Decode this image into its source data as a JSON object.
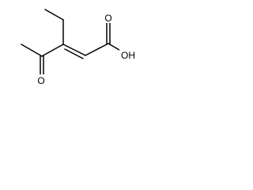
{
  "structure": {
    "atoms": {
      "carbonyl_oxygen": "O",
      "hydroxyl_group": "OH"
    },
    "bond_types": {
      "alkene": "double",
      "ketone": "double",
      "acid": "double"
    },
    "colors": {
      "bond": "#000000",
      "label": "#000000",
      "background": "#ffffff"
    }
  }
}
